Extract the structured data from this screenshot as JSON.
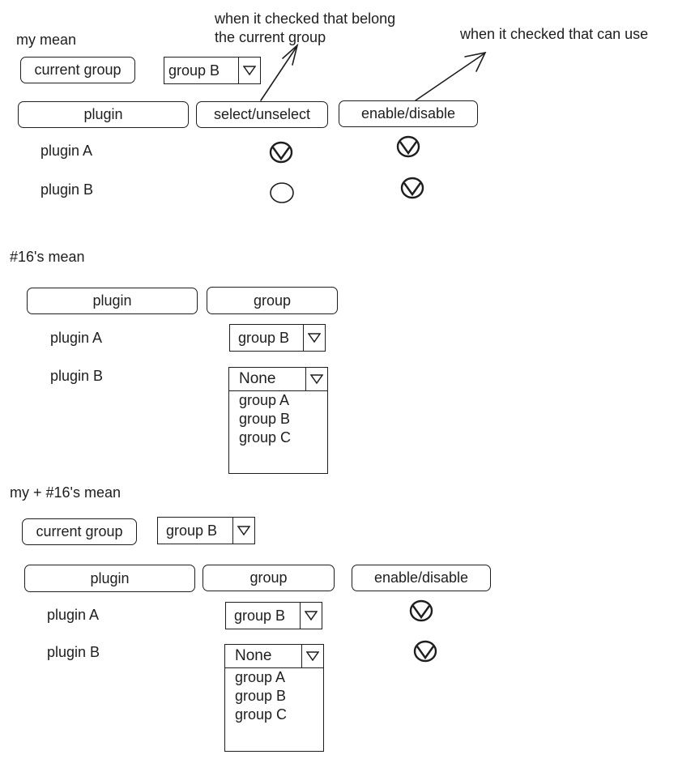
{
  "annotations": {
    "group_note_line1": "when it checked that belong",
    "group_note_line2": "the current group",
    "use_note": "when it checked that can use"
  },
  "section1": {
    "heading": "my mean",
    "current_group_label": "current group",
    "current_group_value": "group B",
    "col_plugin": "plugin",
    "col_select": "select/unselect",
    "col_enable": "enable/disable",
    "rows": [
      {
        "name": "plugin A",
        "selected": true,
        "enabled": true
      },
      {
        "name": "plugin B",
        "selected": false,
        "enabled": true
      }
    ]
  },
  "section2": {
    "heading": "#16's mean",
    "col_plugin": "plugin",
    "col_group": "group",
    "rows": [
      {
        "name": "plugin A",
        "group": "group B"
      },
      {
        "name": "plugin B",
        "group": "None"
      }
    ],
    "options": [
      "group A",
      "group B",
      "group C"
    ]
  },
  "section3": {
    "heading": "my + #16's mean",
    "current_group_label": "current group",
    "current_group_value": "group B",
    "col_plugin": "plugin",
    "col_group": "group",
    "col_enable": "enable/disable",
    "rows": [
      {
        "name": "plugin A",
        "group": "group B",
        "enabled": true
      },
      {
        "name": "plugin B",
        "group": "None",
        "enabled": true
      }
    ],
    "options": [
      "group A",
      "group B",
      "group C"
    ]
  },
  "icons": {
    "checked": "checked-circle-icon",
    "unchecked": "empty-circle-icon",
    "dropdown": "triangle-down-icon"
  }
}
